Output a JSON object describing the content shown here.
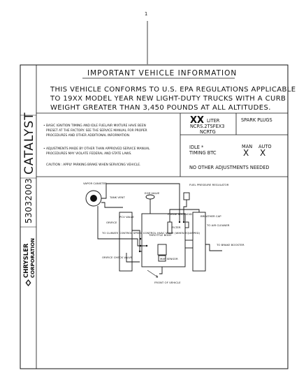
{
  "callout": "1",
  "label": {
    "title": "IMPORTANT VEHICLE INFORMATION",
    "cert_lines": [
      "THIS VEHICLE CONFORMS TO U.S. EPA REGULATIONS APPLICABLE",
      "TO 19XX MODEL YEAR NEW LIGHT-DUTY TRUCKS WITH A CURB",
      "WEIGHT GREATER THAN 3,450 POUNDS AT ALL ALTITUDES."
    ],
    "notes": [
      "• BASIC IGNITION TIMING AND IDLE FUEL/AIR MIXTURE HAVE BEEN",
      "PRESET AT THE FACTORY. SEE THE SERVICE MANUAL FOR PROPER",
      "PROCEDURES AND OTHER ADDITIONAL INFORMATION.",
      "• ADJUSTMENTS MADE BY OTHER THAN APPROVED SERVICE MANUAL",
      "PROCEDURES MAY VIOLATE FEDERAL AND STATE LAWS.",
      "CAUTION : APPLY PARKING BRAKE WHEN SERVICING VEHICLE."
    ],
    "engine": {
      "xx": "XX",
      "liter": "LITER",
      "code1": "NCRS.2TSFEX3",
      "code2": "NCRTG"
    },
    "spark_plugs": "SPARK PLUGS",
    "idle": "IDLE *",
    "timing": "TIMING BTC",
    "man": "MAN",
    "auto": "AUTO",
    "man_val": "X",
    "auto_val": "X",
    "no_adjust": "NO OTHER ADJUSTMENTS NEEDED",
    "side": {
      "catalyst": "CATALYST",
      "part_number": "53032003",
      "brand1": "CHRYSLER",
      "brand2": "CORPORATION"
    },
    "diagram": {
      "vapor_canister": "VAPOR CANISTER",
      "tank_vent": "TANK VENT",
      "egr_valve": "EGR VALVE",
      "fuel_pressure_regulator": "FUEL PRESSURE REGULATOR",
      "purge_solenoid": "PURGE SOLENOID",
      "pcv_valve": "PCV VALVE",
      "filter": "FILTER",
      "orifice": "ORIFICE",
      "throttle_body": "THROTTLE BODY",
      "map_sensor": "MAP SENSOR",
      "climate_control": "TO CLIMATE CONTROL SPEED CONTROL HVAC VALVE (WHEN EQUIPPED)",
      "orifice_check_valve": "ORIFICE CHECK VALVE",
      "breather_cap": "BREATHER CAP",
      "air_cleaner": "TO AIR CLEANER",
      "brake_booster": "TO BRAKE BOOSTER",
      "front": "FRONT OF VEHICLE"
    }
  }
}
